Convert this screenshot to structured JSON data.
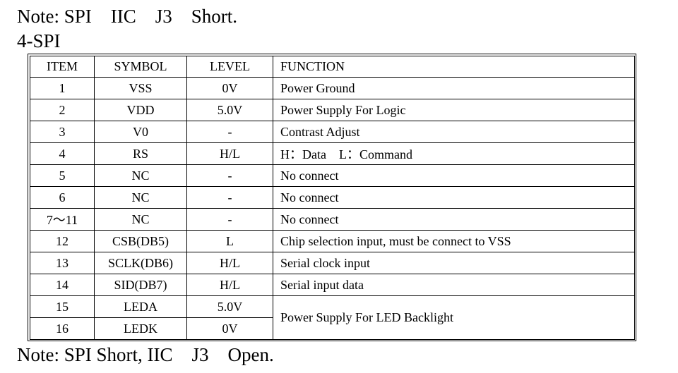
{
  "note_top": "Note: SPI    IIC    J3    Short.",
  "heading": "4-SPI",
  "note_bottom": "Note: SPI Short, IIC    J3    Open.",
  "table": {
    "headers": [
      "ITEM",
      "SYMBOL",
      "LEVEL",
      "FUNCTION"
    ],
    "rows": [
      {
        "item": "1",
        "symbol": "VSS",
        "level": "0V",
        "function": "Power Ground"
      },
      {
        "item": "2",
        "symbol": "VDD",
        "level": "5.0V",
        "function": "Power Supply For Logic"
      },
      {
        "item": "3",
        "symbol": "V0",
        "level": "-",
        "function": "Contrast Adjust"
      },
      {
        "item": "4",
        "symbol": "RS",
        "level": "H/L",
        "function": "H：Data    L：Command"
      },
      {
        "item": "5",
        "symbol": "NC",
        "level": "-",
        "function": "No connect"
      },
      {
        "item": "6",
        "symbol": "NC",
        "level": "-",
        "function": "No connect"
      },
      {
        "item": "7～11",
        "symbol": "NC",
        "level": "-",
        "function": "No connect"
      },
      {
        "item": "12",
        "symbol": "CSB(DB5)",
        "level": "L",
        "function": "Chip selection input, must be connect to VSS"
      },
      {
        "item": "13",
        "symbol": "SCLK(DB6)",
        "level": "H/L",
        "function": "Serial clock input"
      },
      {
        "item": "14",
        "symbol": "SID(DB7)",
        "level": "H/L",
        "function": "Serial input data"
      },
      {
        "item": "15",
        "symbol": "LEDA",
        "level": "5.0V",
        "function": "Power Supply For LED Backlight"
      },
      {
        "item": "16",
        "symbol": "LEDK",
        "level": "0V",
        "function": ""
      }
    ]
  }
}
